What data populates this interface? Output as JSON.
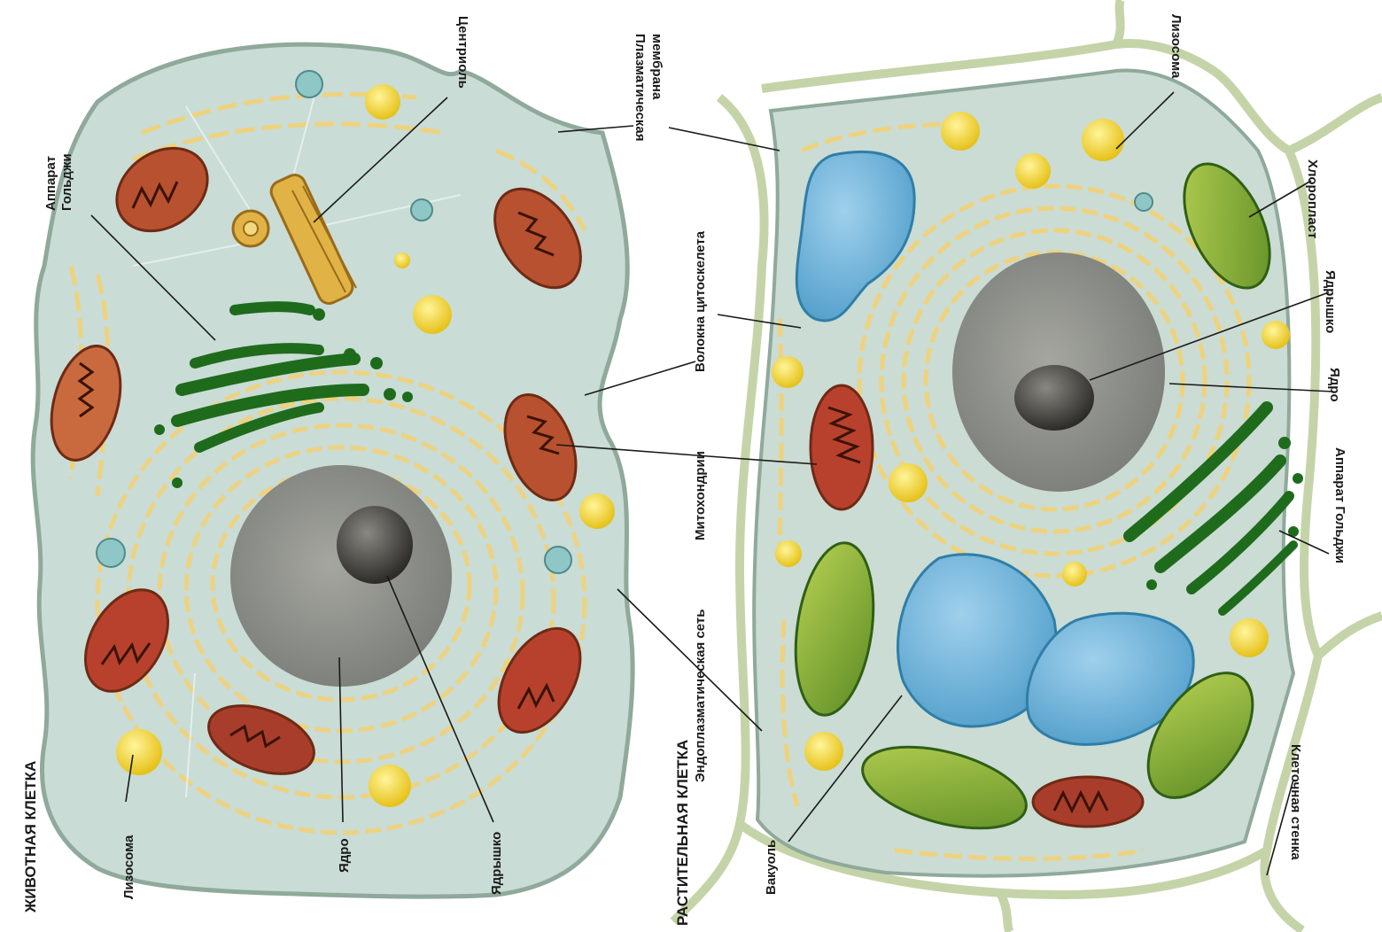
{
  "titles": {
    "animal_cell": "ЖИВОТНАЯ КЛЕТКА",
    "plant_cell": "РАСТИТЕЛЬНАЯ КЛЕТКА"
  },
  "labels": {
    "golgi_animal": [
      "Аппарат",
      "Гольджи"
    ],
    "centriole": "Центриоль",
    "plasma_membrane": [
      "Плазматическая",
      "мембрана"
    ],
    "cytoskeleton": "Волокна цитоскелета",
    "mitochondria": "Митохондрии",
    "er": "Эндоплазматическая сеть",
    "lysosome_animal": "Лизосома",
    "nucleus_animal": "Ядро",
    "nucleolus_animal": "Ядрышко",
    "lysosome_plant": "Лизосома",
    "chloroplast": "Хлоропласт",
    "nucleolus_plant": "Ядрышко",
    "nucleus_plant": "Ядро",
    "golgi_plant": "Аппарат Гольджи",
    "vacuole": "Вакуоль",
    "cell_wall": "Клеточная стенка"
  },
  "colors": {
    "cytoplasm": "#c9dcd6",
    "membrane": "#8fa99b",
    "er": "#f1d98a",
    "nucleus": "#8f918c",
    "nucleolus": "#4a4844",
    "mitochondria": "#b8512f",
    "golgi": "#1f6b1c",
    "lysosome": "#f3d528",
    "vacuole": "#6fb3dc",
    "chloroplast": "#8fb23a",
    "cell_wall": "#d7e2c4"
  }
}
